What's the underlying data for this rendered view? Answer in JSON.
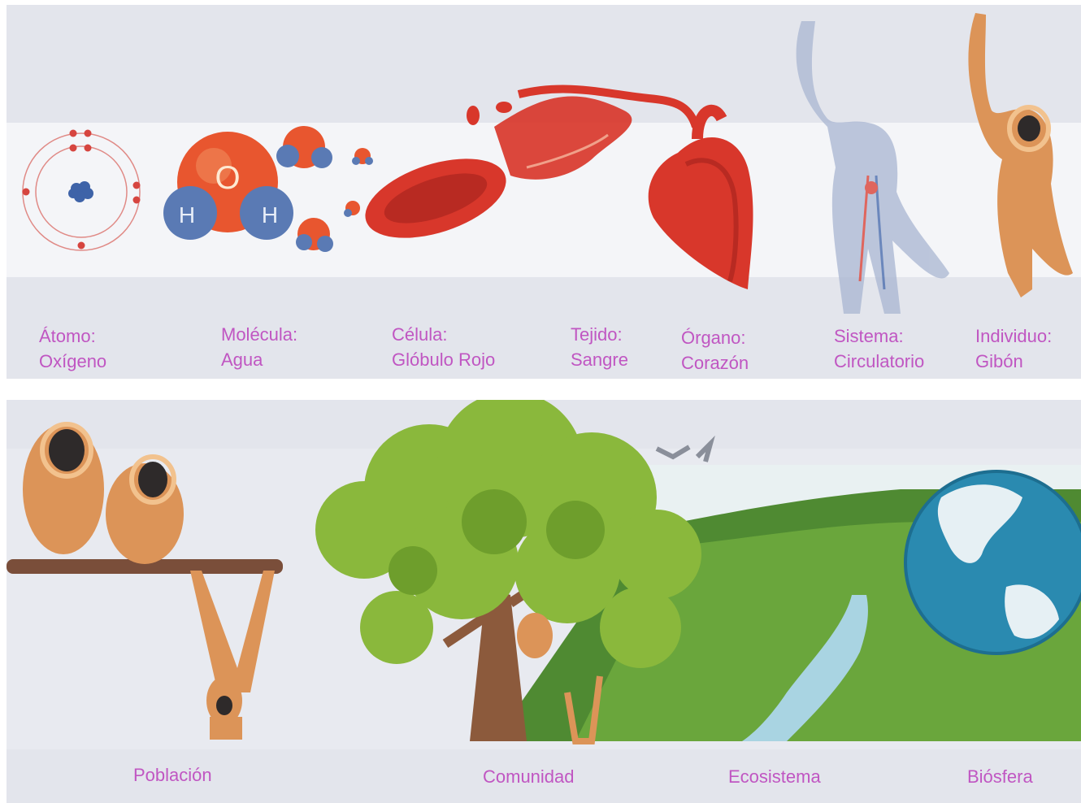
{
  "top_row": {
    "levels": [
      {
        "name": "Átomo:",
        "example": "Oxígeno"
      },
      {
        "name": "Molécula:",
        "example": "Agua"
      },
      {
        "name": "Célula:",
        "example": "Glóbulo Rojo"
      },
      {
        "name": "Tejido:",
        "example": "Sangre"
      },
      {
        "name": "Órgano:",
        "example": "Corazón"
      },
      {
        "name": "Sistema:",
        "example": "Circulatorio"
      },
      {
        "name": "Individuo:",
        "example": "Gibón"
      }
    ],
    "molecule": {
      "center_atom": "O",
      "side_atom_left": "H",
      "side_atom_right": "H"
    }
  },
  "bottom_row": {
    "levels": [
      "Población",
      "Comunidad",
      "Ecosistema",
      "Biósfera"
    ]
  },
  "colors": {
    "label": "#c056c2",
    "electron": "#d6453f",
    "nucleus": "#3e63a8",
    "oxygen": "#e8562f",
    "hydrogen": "#5a7ab4",
    "blood": "#d8372b",
    "gibbon": "#dc9458",
    "foliage": "#8ab83c",
    "earth_ocean": "#2a8ab0",
    "earth_land": "#e6f0f4"
  },
  "icons": [
    "oxygen-atom-icon",
    "water-molecule-icon",
    "red-blood-cell-icon",
    "blood-vessel-icon",
    "heart-icon",
    "circulatory-system-icon",
    "gibbon-icon",
    "gibbon-population-icon",
    "forest-community-icon",
    "river-ecosystem-icon",
    "earth-globe-icon"
  ]
}
